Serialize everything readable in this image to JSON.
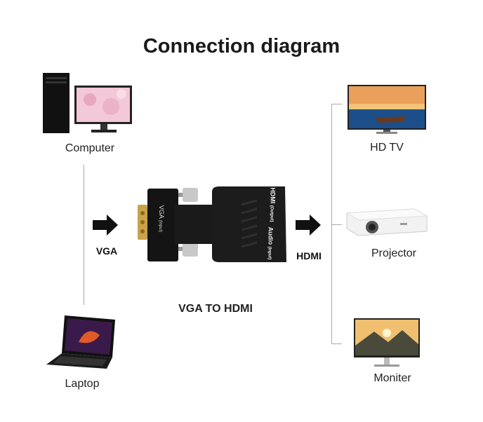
{
  "title": "Connection diagram",
  "sources": {
    "computer": "Computer",
    "laptop": "Laptop"
  },
  "input_label": "VGA",
  "output_label": "HDMI",
  "adapter": {
    "caption": "VGA TO HDMI",
    "vga_port": "VGA",
    "vga_sub": "(Input)",
    "hdmi_port": "HDMI",
    "hdmi_sub": "(Output)",
    "audio_port": "Audio",
    "audio_sub": "(Input)"
  },
  "outputs": {
    "tv": "HD TV",
    "projector": "Projector",
    "monitor": "Moniter"
  }
}
